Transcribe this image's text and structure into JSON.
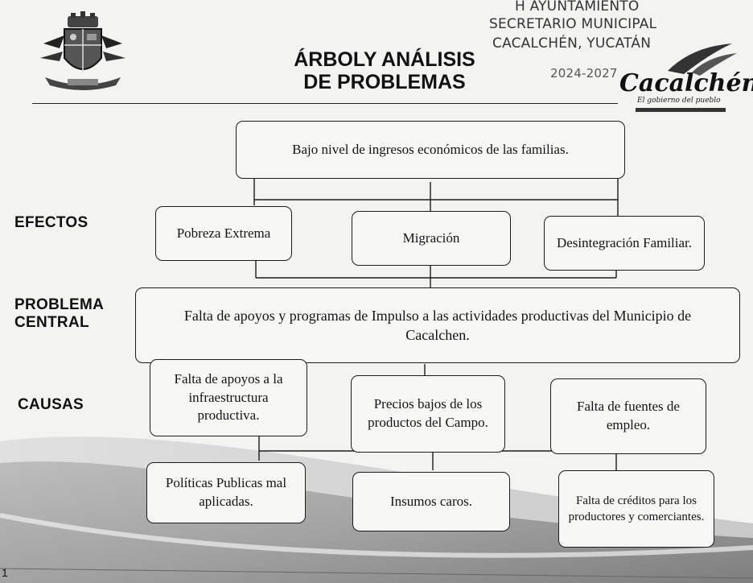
{
  "header": {
    "title_line1": "ÁRBOLY ANÁLISIS",
    "title_line2": "DE PROBLEMAS",
    "stamp_line1": "H AYUNTAMIENTO",
    "stamp_line2": "SECRETARIO MUNICIPAL",
    "stamp_line3": "CACALCHÉN, YUCATÁN",
    "stamp_line4": "2024-2027",
    "brand_name": "Cacalchén",
    "brand_motto": "El gobierno del pueblo"
  },
  "labels": {
    "efectos": "EFECTOS",
    "problema_line1": "PROBLEMA",
    "problema_line2": "CENTRAL",
    "causas": "CAUSAS"
  },
  "tree": {
    "top_effect": "Bajo nivel de ingresos económicos de las familias.",
    "effects": [
      "Pobreza Extrema",
      "Migración",
      "Desintegración Familiar."
    ],
    "central_problem": "Falta de apoyos y programas de Impulso a las actividades productivas del Municipio de Cacalchen.",
    "causes": [
      "Falta de apoyos a la infraestructura productiva.",
      "Precios bajos de los productos del Campo.",
      "Falta de fuentes de empleo."
    ],
    "root_causes": [
      "Políticas Publicas mal aplicadas.",
      "Insumos caros.",
      "Falta de créditos para los productores y comerciantes."
    ]
  },
  "footer": {
    "page_number": "1"
  },
  "colors": {
    "ink": "#1c1c1c",
    "paper": "#f3f3f1",
    "wave_dark": "#8f8f8f",
    "wave_light": "#d8d8d8"
  }
}
